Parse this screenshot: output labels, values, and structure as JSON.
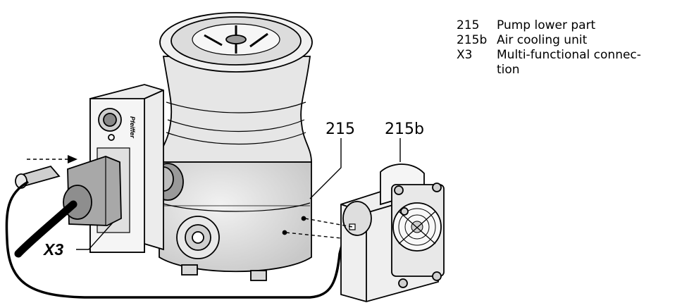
{
  "callouts": {
    "pump_lower_part": "215",
    "air_cooling_unit": "215b",
    "connection": "X3"
  },
  "brand_mark": "Pfeiffer",
  "legend": [
    {
      "key": "215",
      "text": "Pump lower part"
    },
    {
      "key": "215b",
      "text": "Air cooling unit"
    },
    {
      "key": "X3",
      "text": "Multi-functional connec-\ntion"
    }
  ]
}
